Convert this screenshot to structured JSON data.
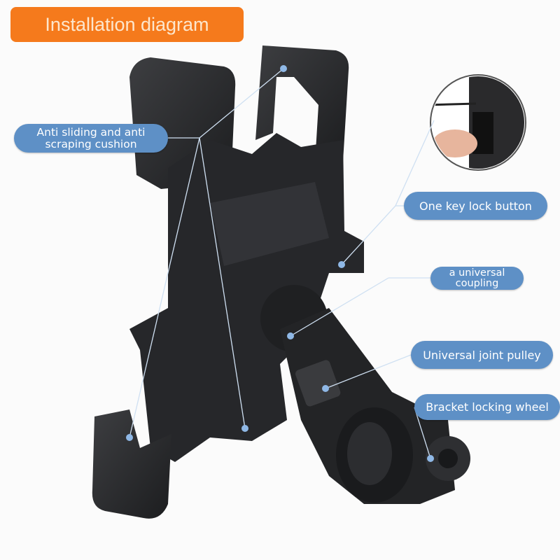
{
  "title": "Installation diagram",
  "labels": {
    "cushion": "Anti sliding and anti scraping cushion",
    "lock_button": "One key lock button",
    "coupling": "a universal coupling",
    "pulley": "Universal joint pulley",
    "wheel": "Bracket locking wheel"
  },
  "colors": {
    "title_bg": "#f57a1c",
    "label_bg": "#5e90c6",
    "product": "#2a2b2d"
  }
}
